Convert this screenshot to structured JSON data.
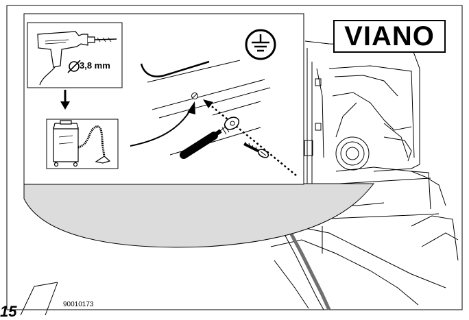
{
  "brand_label": "VIANO",
  "drill_spec": "3,8 mm",
  "figure_code": "90010173",
  "step_number": "15",
  "icons": {
    "ground": "ground-symbol-icon",
    "drill": "drill-icon",
    "vacuum": "vacuum-cleaner-icon",
    "arrow": "down-arrow-icon",
    "screw": "screw-icon",
    "cable": "ground-cable-icon"
  }
}
